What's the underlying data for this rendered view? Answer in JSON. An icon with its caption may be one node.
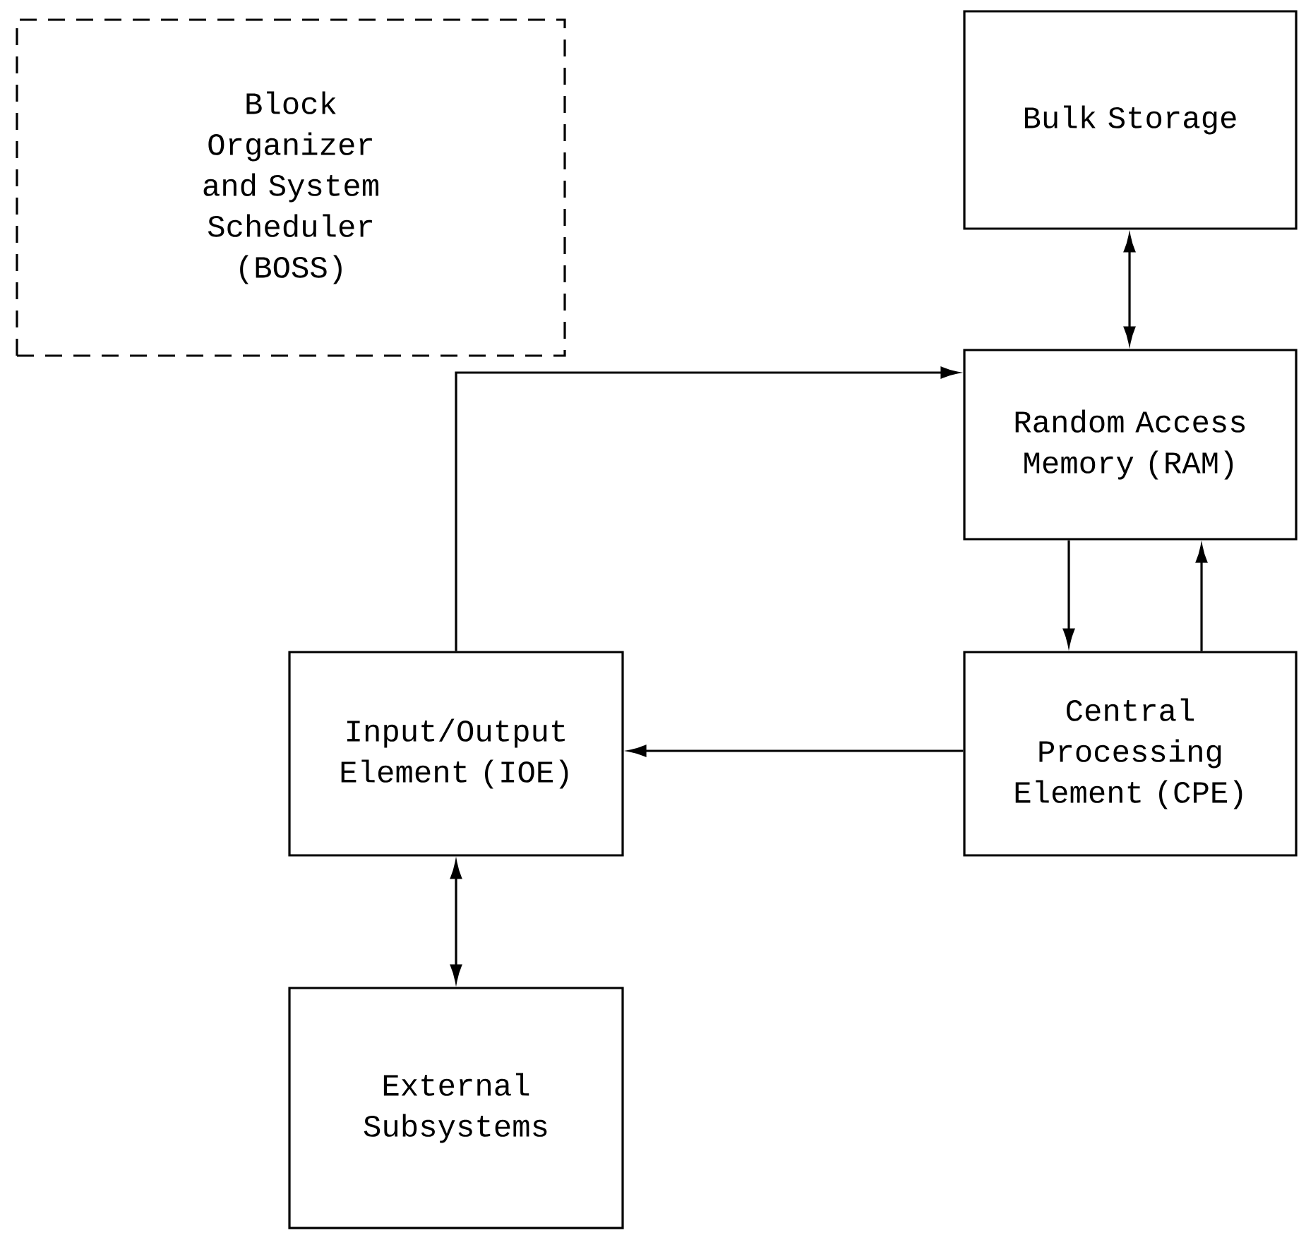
{
  "diagram": {
    "nodes": [
      {
        "text": [
          "Block Organizer and System Scheduler (BOSS)"
        ]
      },
      {
        "text": [
          "Bulk Storage"
        ]
      },
      {
        "text": [
          "Random Access Memory (RAM)"
        ]
      },
      {
        "text": [
          "Central Processing Element (CPE)"
        ]
      },
      {
        "text": [
          "Input/Output Element (IOE)"
        ]
      },
      {
        "text": [
          "External Subsystems"
        ]
      }
    ],
    "edges": [
      {
        "from": 1,
        "to": 2,
        "arrow": "both"
      },
      {
        "from": 2,
        "to": 3,
        "arrow": "to"
      },
      {
        "from": 3,
        "to": 2,
        "arrow": "to"
      },
      {
        "from": 3,
        "to": 4,
        "arrow": "to"
      },
      {
        "from": 4,
        "to": 2,
        "arrow": "to"
      },
      {
        "from": 4,
        "to": 5,
        "arrow": "both"
      }
    ]
  }
}
